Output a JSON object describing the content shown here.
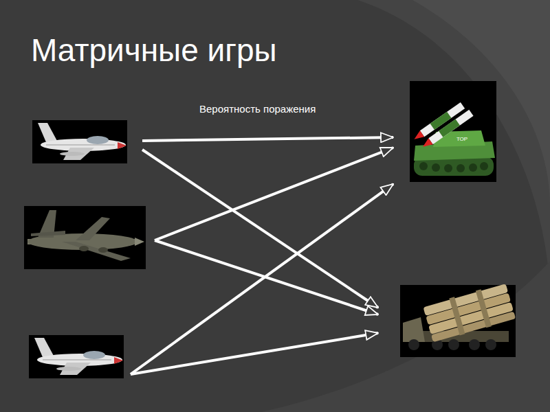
{
  "diagram": {
    "title": "Матричные игры",
    "nodes": [
      {
        "text": []
      },
      {
        "text": []
      },
      {
        "text": []
      },
      {
        "text": []
      },
      {
        "text": []
      }
    ],
    "edges": [
      {
        "from": 0,
        "to": 3,
        "arrow": "to"
      },
      {
        "from": 0,
        "to": 4,
        "arrow": "to"
      },
      {
        "from": 1,
        "to": 3,
        "arrow": "to"
      },
      {
        "from": 1,
        "to": 4,
        "arrow": "to"
      },
      {
        "from": 2,
        "to": 3,
        "arrow": "to"
      },
      {
        "from": 2,
        "to": 4,
        "arrow": "to"
      }
    ],
    "labels": [
      "Вероятность поражения"
    ]
  }
}
